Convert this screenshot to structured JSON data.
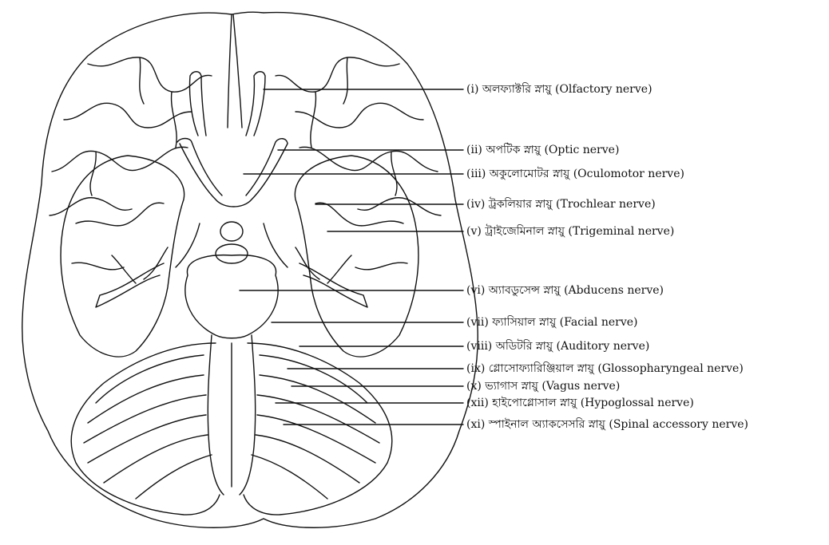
{
  "figure": {
    "labels": [
      {
        "id": "olfactory",
        "text": "(i) অলফ্যাক্টরি স্নায়ু (Olfactory nerve)"
      },
      {
        "id": "optic",
        "text": "(ii) অপটিক স্নায়ু (Optic nerve)"
      },
      {
        "id": "oculomotor",
        "text": "(iii) অকুলোমোটর স্নায়ু (Oculomotor nerve)"
      },
      {
        "id": "trochlear",
        "text": "(iv) ট্রকলিয়ার স্নায়ু (Trochlear nerve)"
      },
      {
        "id": "trigeminal",
        "text": "(v) ট্রাইজেমিনাল স্নায়ু (Trigeminal nerve)"
      },
      {
        "id": "abducens",
        "text": "(vi) অ্যাবডুসেন্স স্নায়ু (Abducens nerve)"
      },
      {
        "id": "facial",
        "text": "(vii) ফ্যাসিয়াল স্নায়ু (Facial nerve)"
      },
      {
        "id": "auditory",
        "text": "(viii) অডিটরি স্নায়ু (Auditory nerve)"
      },
      {
        "id": "glossopharyngeal",
        "text": "(ix) গ্লোসোফ্যারিঞ্জিয়াল স্নায়ু (Glossopharyngeal nerve)"
      },
      {
        "id": "vagus",
        "text": "(x) ভ্যাগাস স্নায়ু (Vagus nerve)"
      },
      {
        "id": "hypoglossal",
        "text": "(xii) হাইপোগ্লোসাল স্নায়ু (Hypoglossal nerve)"
      },
      {
        "id": "spinal-accessory",
        "text": "(xi) স্পাইনাল অ্যাকসেসরি স্নায়ু (Spinal accessory nerve)"
      }
    ]
  }
}
